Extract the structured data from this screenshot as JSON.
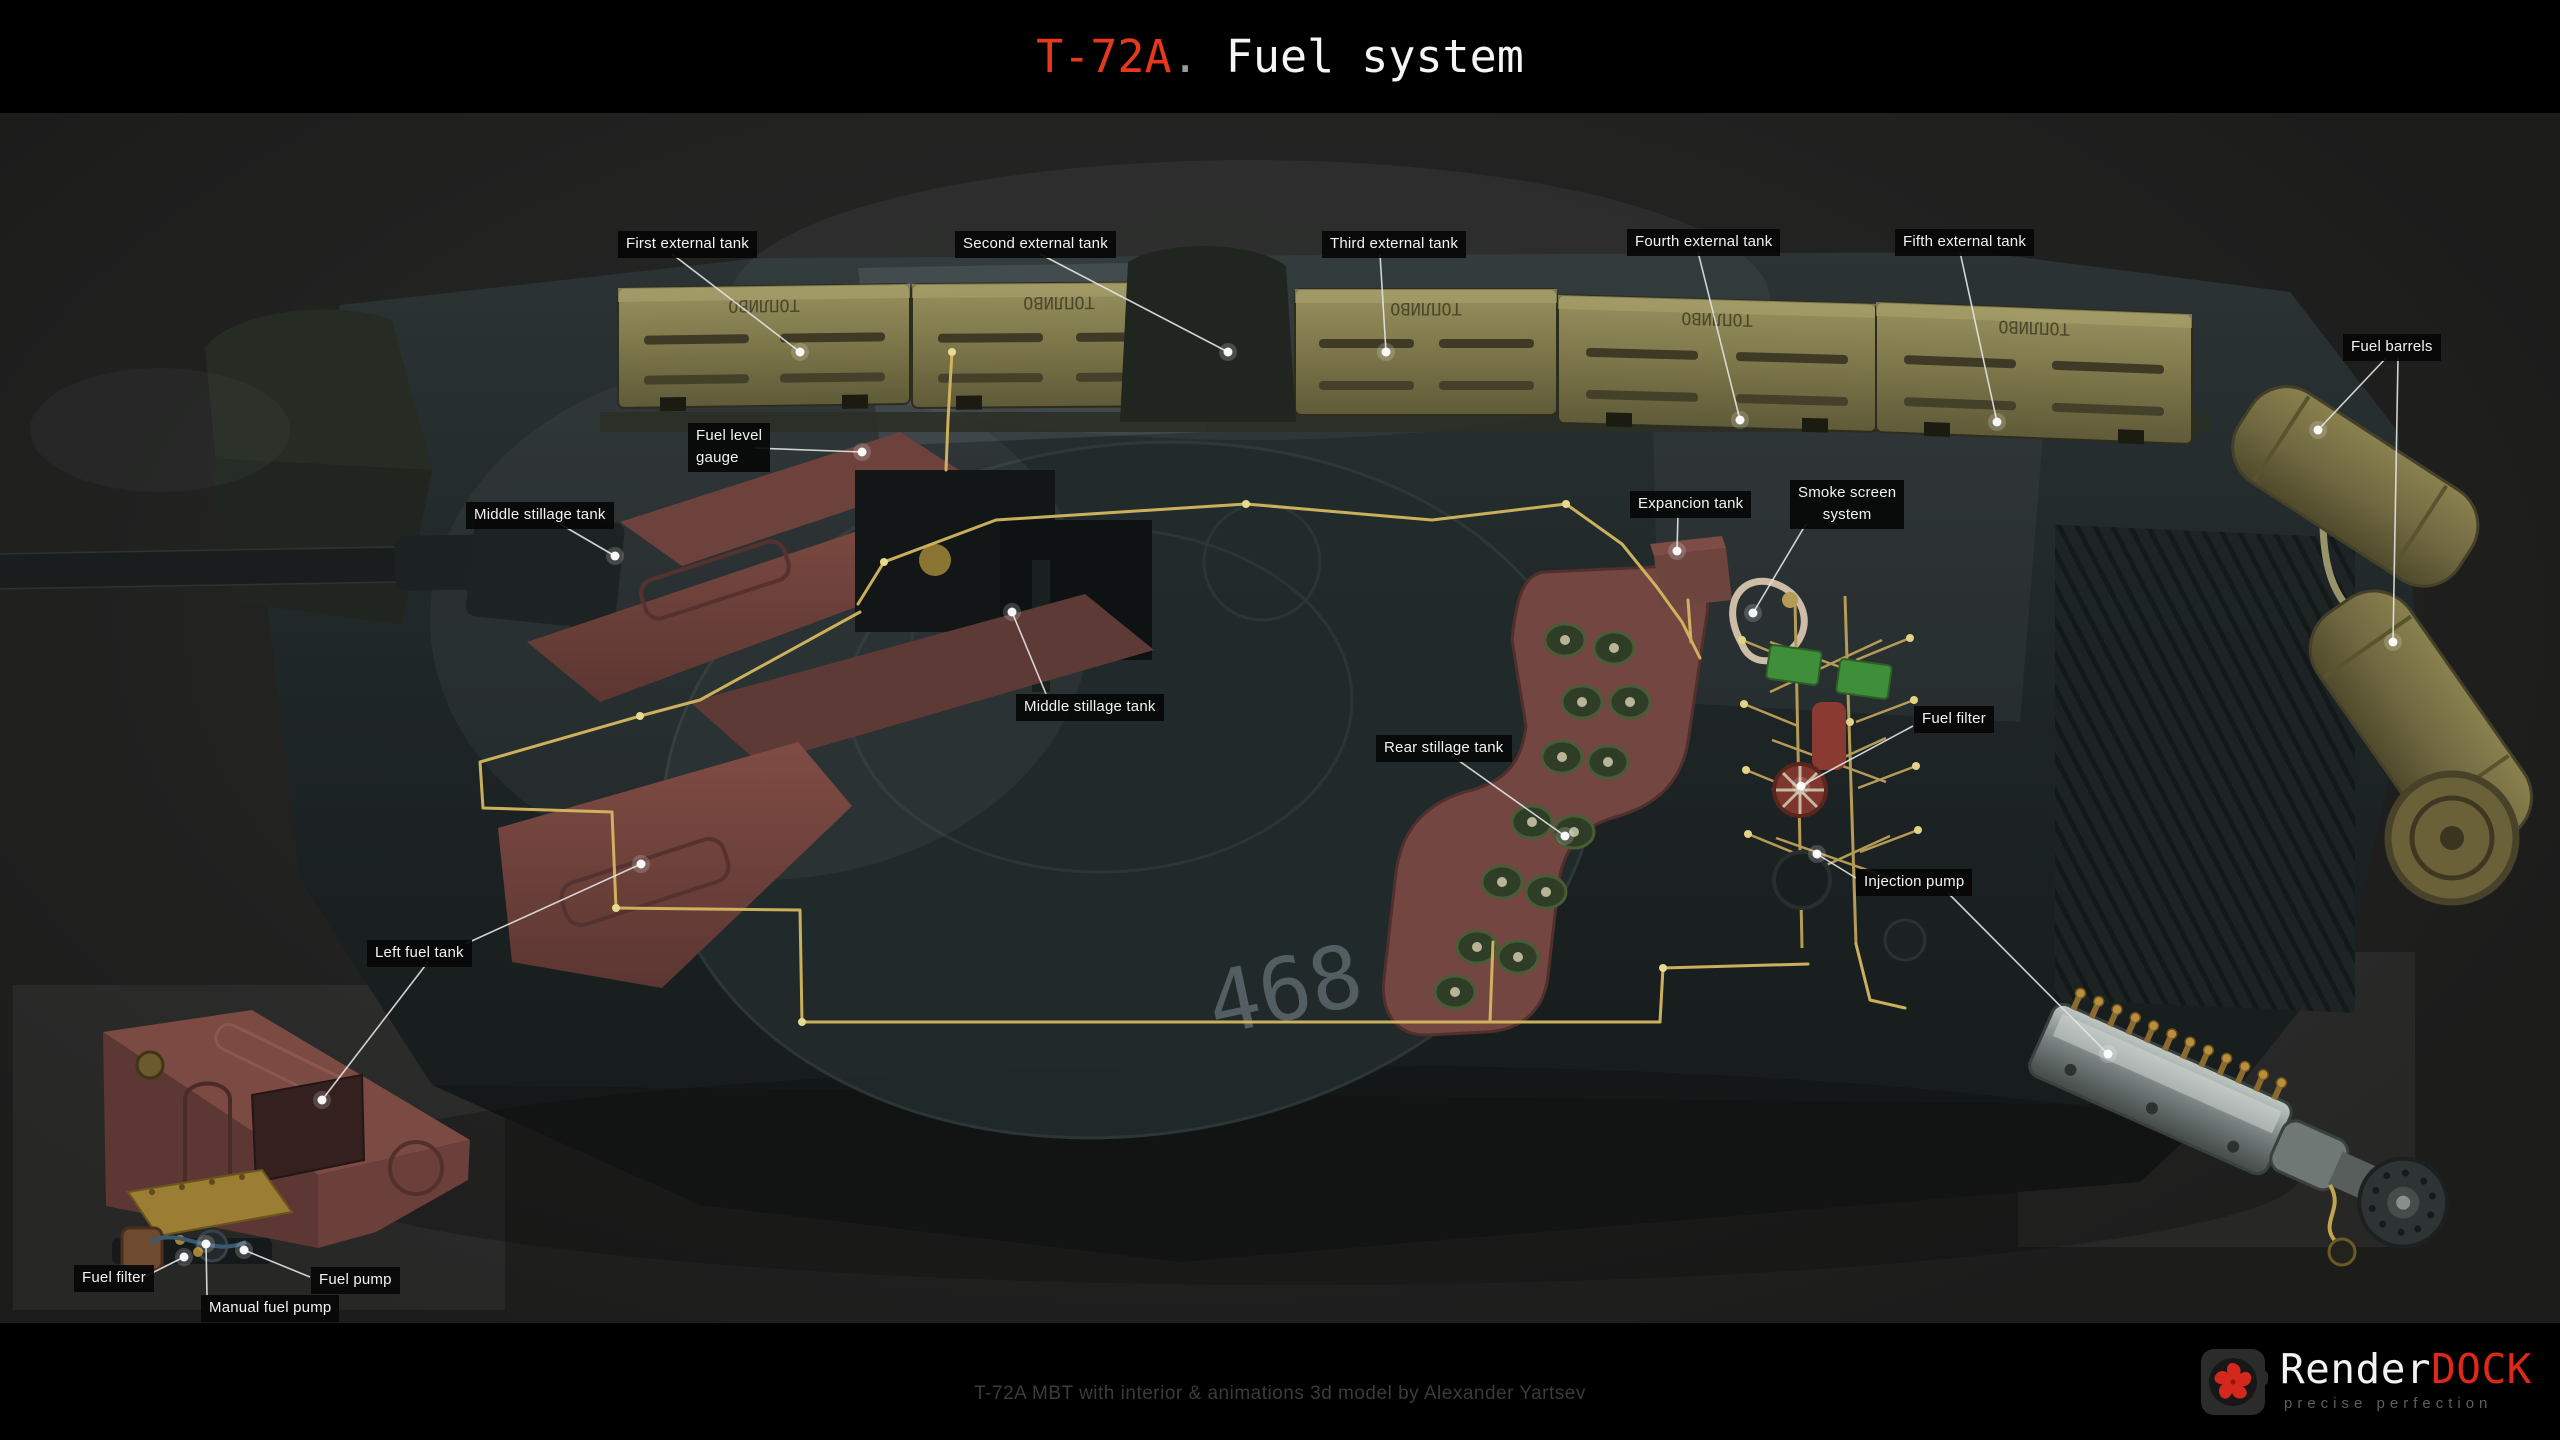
{
  "title": {
    "model": "T-72A",
    "dot": ".",
    "subject": " Fuel system"
  },
  "stencil_text": "ТОПЛИВО",
  "hull_number": "468",
  "labels": [
    {
      "id": "first-external-tank",
      "text": "First external tank"
    },
    {
      "id": "second-external-tank",
      "text": "Second external tank"
    },
    {
      "id": "third-external-tank",
      "text": "Third external tank"
    },
    {
      "id": "fourth-external-tank",
      "text": "Fourth external tank"
    },
    {
      "id": "fifth-external-tank",
      "text": "Fifth external tank"
    },
    {
      "id": "fuel-barrels",
      "text": "Fuel barrels"
    },
    {
      "id": "fuel-level-gauge",
      "text": "Fuel level\ngauge"
    },
    {
      "id": "middle-stillage-tank-left",
      "text": "Middle stillage tank"
    },
    {
      "id": "middle-stillage-tank-center",
      "text": "Middle stillage tank"
    },
    {
      "id": "expancion-tank",
      "text": "Expancion tank"
    },
    {
      "id": "smoke-screen-system",
      "text": "Smoke screen\nsystem"
    },
    {
      "id": "fuel-filter-right",
      "text": "Fuel filter"
    },
    {
      "id": "rear-stillage-tank",
      "text": "Rear stillage tank"
    },
    {
      "id": "injection-pump",
      "text": "Injection pump"
    },
    {
      "id": "left-fuel-tank",
      "text": "Left fuel tank"
    },
    {
      "id": "fuel-filter-left",
      "text": "Fuel filter"
    },
    {
      "id": "fuel-pump",
      "text": "Fuel pump"
    },
    {
      "id": "manual-fuel-pump",
      "text": "Manual fuel pump"
    }
  ],
  "footer": {
    "credit": "T-72A MBT with interior & animations 3d model by Alexander Yartsev"
  },
  "logo": {
    "brand_white": "Render",
    "brand_red": "DOCK",
    "tagline": "precise perfection"
  },
  "colors": {
    "accent": "#e8381c",
    "logo_red": "#e0281a",
    "fuel_line": "#d5b75f",
    "label_bg": "#070707",
    "background": "#232221"
  }
}
